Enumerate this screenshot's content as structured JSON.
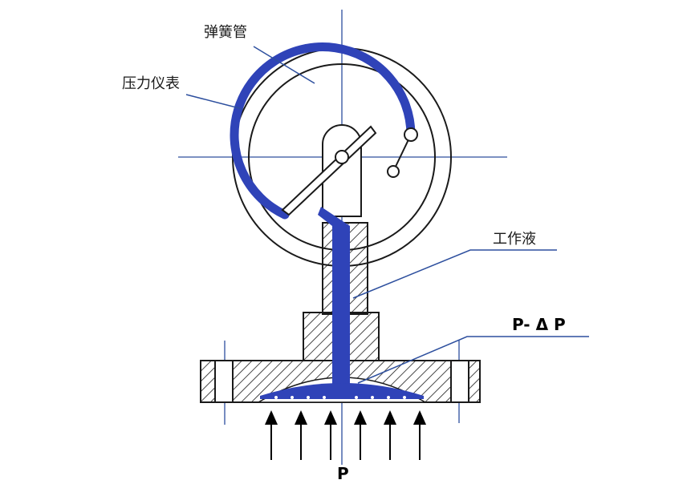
{
  "labels": {
    "bourdon_tube": "弹簧管",
    "pressure_gauge": "压力仪表",
    "working_fluid": "工作液",
    "reduced_pressure": "P- Δ P",
    "pressure": "P"
  },
  "colors": {
    "fluid": "#2f43b8",
    "line": "#1a1a1a",
    "leader": "#2d4f9e"
  },
  "pressure_arrow_count": 6
}
